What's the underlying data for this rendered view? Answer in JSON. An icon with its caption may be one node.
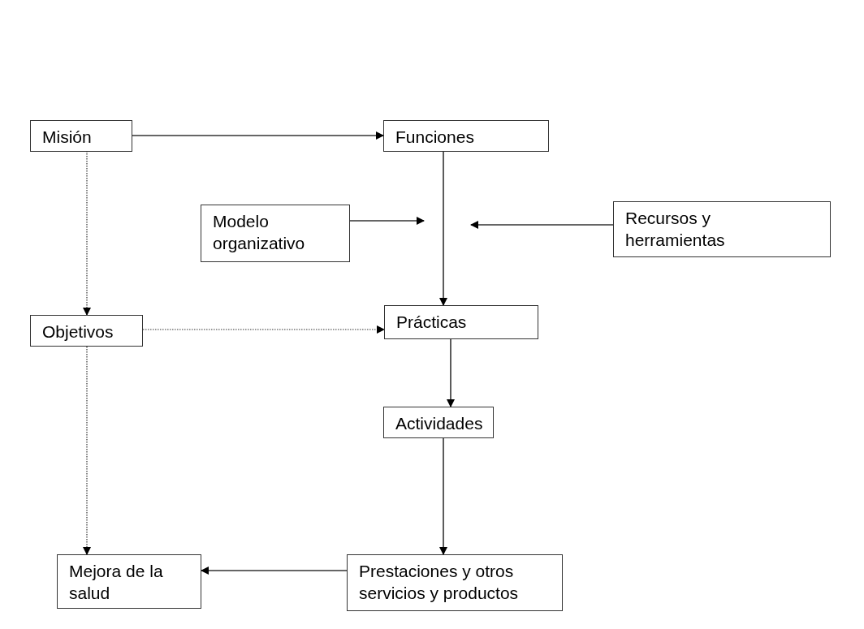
{
  "diagram": {
    "nodes": [
      {
        "text": [
          "Misión"
        ]
      },
      {
        "text": [
          "Funciones"
        ]
      },
      {
        "text": [
          "Modelo organizativo"
        ]
      },
      {
        "text": [
          "Recursos y herramientas"
        ]
      },
      {
        "text": [
          "Objetivos"
        ]
      },
      {
        "text": [
          "Prácticas"
        ]
      },
      {
        "text": [
          "Actividades"
        ]
      },
      {
        "text": [
          "Mejora de la salud"
        ]
      },
      {
        "text": [
          "Prestaciones y otros servicios y productos"
        ]
      }
    ],
    "edges": [
      {
        "from": 0,
        "to": 1,
        "arrow": "to"
      },
      {
        "from": 0,
        "to": 4,
        "arrow": "to",
        "style": "dashed"
      },
      {
        "from": 1,
        "to": 5,
        "arrow": "to"
      },
      {
        "from": 2,
        "to": null,
        "arrow": "to"
      },
      {
        "from": 3,
        "to": null,
        "arrow": "to"
      },
      {
        "from": 4,
        "to": 5,
        "arrow": "to",
        "style": "dashed"
      },
      {
        "from": 5,
        "to": 6,
        "arrow": "to"
      },
      {
        "from": 4,
        "to": 7,
        "arrow": "to",
        "style": "dashed"
      },
      {
        "from": 6,
        "to": 8,
        "arrow": "to"
      },
      {
        "from": 8,
        "to": 7,
        "arrow": "to"
      }
    ]
  }
}
